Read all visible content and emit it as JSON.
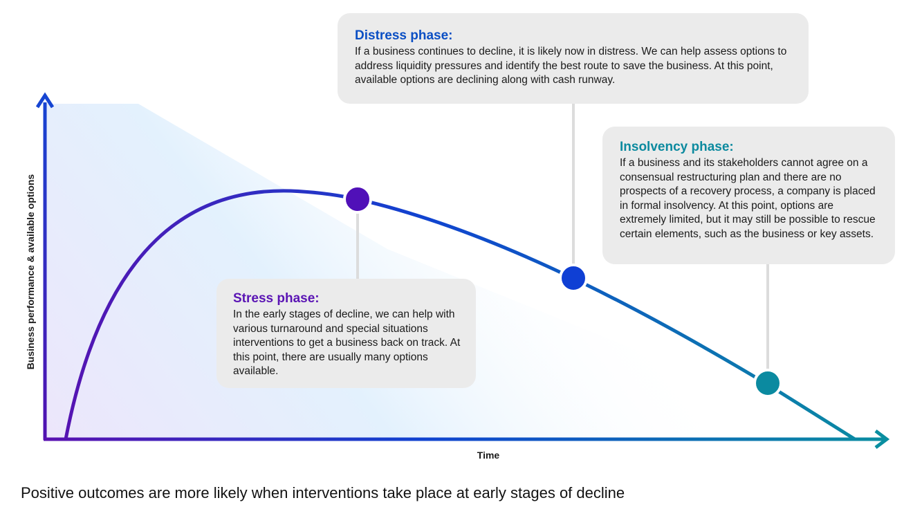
{
  "axes": {
    "y_label": "Business performance & available options",
    "x_label": "Time"
  },
  "phases": {
    "distress": {
      "title": "Distress phase:",
      "text": "If a business continues to decline, it is likely now in distress. We can help assess options to address liquidity pressures and identify the best route to save the business. At this point, available options are declining along with cash runway.",
      "color": "#0b4fc4"
    },
    "insolvency": {
      "title": "Insolvency phase:",
      "text": "If a business and its stakeholders cannot agree on a consensual restructuring plan and there are no prospects of a recovery process, a company is placed in formal insolvency. At this point, options are extremely limited, but it may still be possible to rescue certain elements, such as the business or key assets.",
      "color": "#0c8a9f"
    },
    "stress": {
      "title": "Stress phase:",
      "text": "In the early stages of decline, we can help with various turnaround and special situations interventions to get a business back on track. At this point, there are usually many options available.",
      "color": "#5a14b4"
    }
  },
  "caption": "Positive outcomes are more likely when interventions take place at early stages of decline",
  "colors": {
    "gradient_start": "#5a10b0",
    "gradient_mid": "#1043d0",
    "gradient_end": "#0a8ea0",
    "stress_marker": "#5010b8",
    "distress_marker": "#0f3fd4",
    "insolvency_marker": "#0b8aa0",
    "callout_bg": "#ebebeb",
    "connector": "#dcdcdc"
  }
}
